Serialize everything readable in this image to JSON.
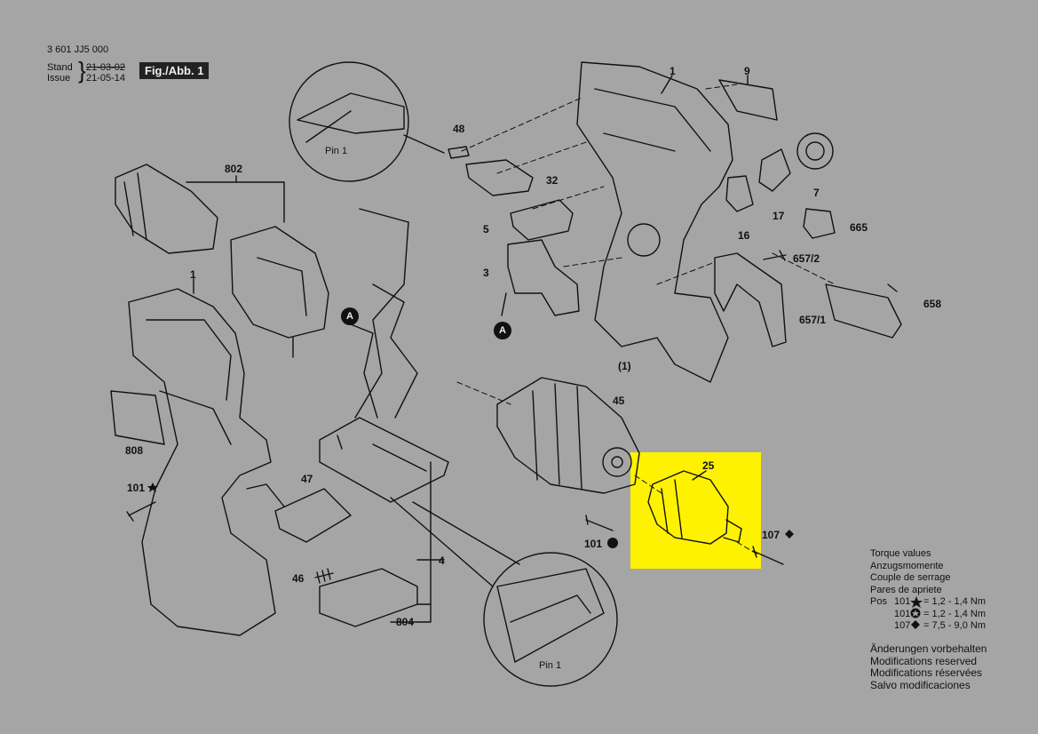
{
  "header": {
    "doc_number": "3 601 JJ5 000",
    "stand_label": "Stand",
    "issue_label": "Issue",
    "stand_date": "21-03-02",
    "issue_date": "21-05-14",
    "figure": "Fig./Abb. 1"
  },
  "parts": {
    "p1_top": "1",
    "p9": "9",
    "p48": "48",
    "p32": "32",
    "p7": "7",
    "p17": "17",
    "p5": "5",
    "p665": "665",
    "p16": "16",
    "p3": "3",
    "p6572": "657/2",
    "p658": "658",
    "p6571": "657/1",
    "p1_paren": "(1)",
    "p802": "802",
    "p1_left": "1",
    "p808": "808",
    "p45": "45",
    "p25": "25",
    "p101_star": "101",
    "p47": "47",
    "p101_circle": "101",
    "p107": "107",
    "p4": "4",
    "p46": "46",
    "p804": "804"
  },
  "callouts": {
    "pin_top": "Pin 1",
    "pin_bottom": "Pin 1",
    "connector_a": "A"
  },
  "notes": {
    "torque": [
      "Torque values",
      "Anzugsmomente",
      "Couple de serrage",
      "Pares de apriete"
    ],
    "pos_label": "Pos",
    "torque_rows": [
      {
        "pos": "101",
        "value": "= 1,2 - 1,4 Nm"
      },
      {
        "pos": "101",
        "value": "= 1,2 - 1,4 Nm"
      },
      {
        "pos": "107",
        "value": "= 7,5 - 9,0 Nm"
      }
    ],
    "changes": [
      "Änderungen vorbehalten",
      "Modifications reserved",
      "Modifications réservées",
      "Salvo modificaciones"
    ]
  },
  "colors": {
    "background": "#a5a5a5",
    "highlight": "#fff200"
  },
  "icons": {
    "star": "star-icon",
    "circle_star": "circle-star-icon",
    "diamond": "diamond-icon"
  }
}
